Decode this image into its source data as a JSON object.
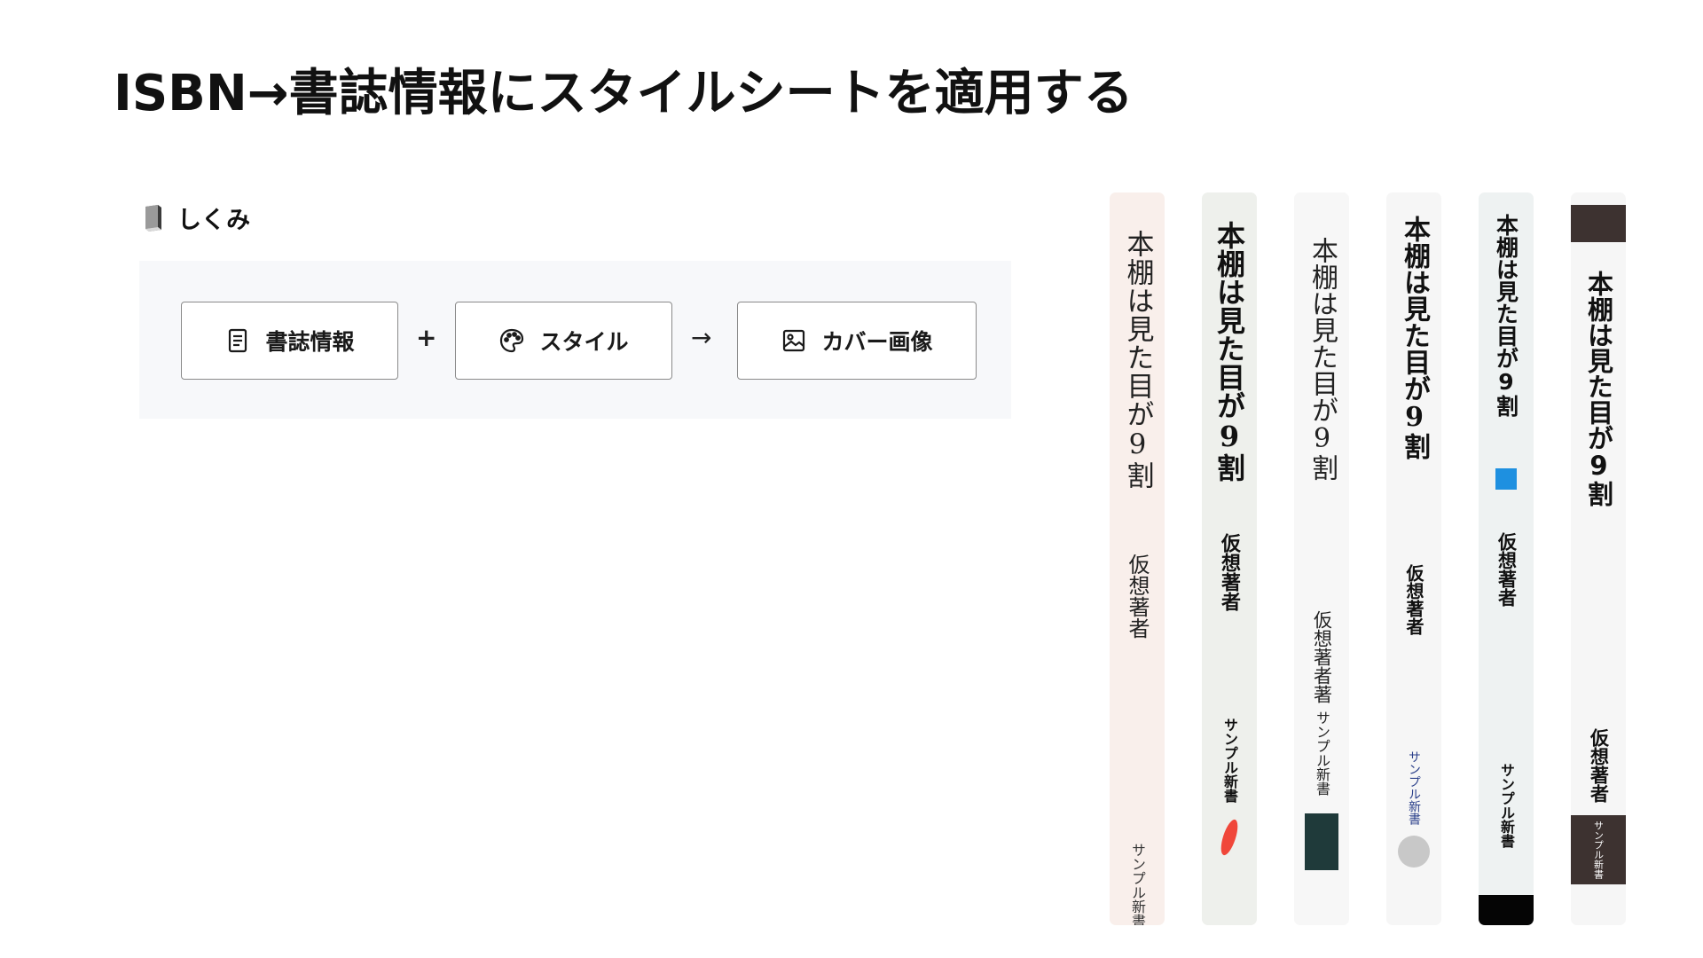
{
  "page": {
    "title": "ISBN→書誌情報にスタイルシートを適用する"
  },
  "section": {
    "icon": "book-icon",
    "label": "しくみ"
  },
  "flow": {
    "bib": {
      "icon": "document-icon",
      "label": "書誌情報"
    },
    "plus": "+",
    "style": {
      "icon": "palette-icon",
      "label": "スタイル"
    },
    "arrow": "→",
    "cover": {
      "icon": "image-icon",
      "label": "カバー画像"
    }
  },
  "spines": [
    {
      "title": "本棚は見た目が9割",
      "author": "仮想著者",
      "publisher": "サンプル新書",
      "bg": "#f9efeb"
    },
    {
      "title": "本棚は見た目が9割",
      "author": "仮想著者",
      "publisher": "サンプル新書",
      "bg": "#eef0ec",
      "accent": "#f0473a"
    },
    {
      "title": "本棚は見た目が9割",
      "author": "仮想著者著",
      "publisher": "サンプル新書",
      "bg": "#f7f7f7",
      "accent": "#1f3a3a"
    },
    {
      "title": "本棚は見た目が9割",
      "author": "仮想著者",
      "publisher": "サンプル新書",
      "bg": "#f6f6f6",
      "accent": "#c8c8c8",
      "publisher_color": "#2a3f8a"
    },
    {
      "title": "本棚は見た目が9割",
      "author": "仮想著者",
      "publisher": "サンプル新書",
      "bg": "#eef2f2",
      "accent": "#1e90e0",
      "foot": "#050505"
    },
    {
      "title": "本棚は見た目が9割",
      "author": "仮想著者",
      "publisher": "サンプル新書",
      "bg": "#f6f6f6",
      "accent": "#3d3230"
    }
  ]
}
